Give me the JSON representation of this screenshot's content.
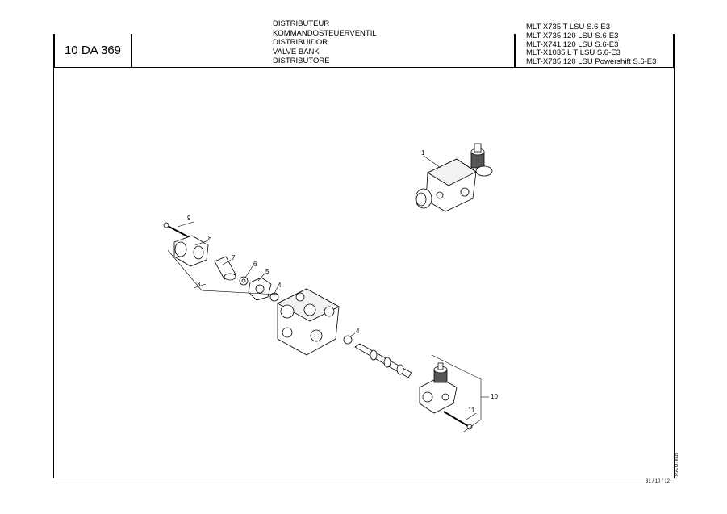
{
  "header": {
    "code": "10 DA 369",
    "titles": [
      "DISTRIBUTEUR",
      "KOMMANDOSTEUERVENTIL",
      "DISTRIBUIDOR",
      "VALVE BANK",
      "DISTRIBUTORE"
    ],
    "models": [
      "MLT-X735 T LSU S.6-E3",
      "MLT-X735 120 LSU S.6-E3",
      "MLT-X741 120 LSU S.6-E3",
      "MLT-X1035 L T LSU S.6-E3",
      "MLT-X735 120 LSU Powershift S.6-E3"
    ]
  },
  "diagram": {
    "callouts": [
      "1",
      "9",
      "8",
      "7",
      "6",
      "5",
      "4",
      "3",
      "4",
      "10",
      "11"
    ]
  },
  "footer": {
    "credit": "P.A.O. Illus",
    "page": "31 / 10 / 12"
  }
}
